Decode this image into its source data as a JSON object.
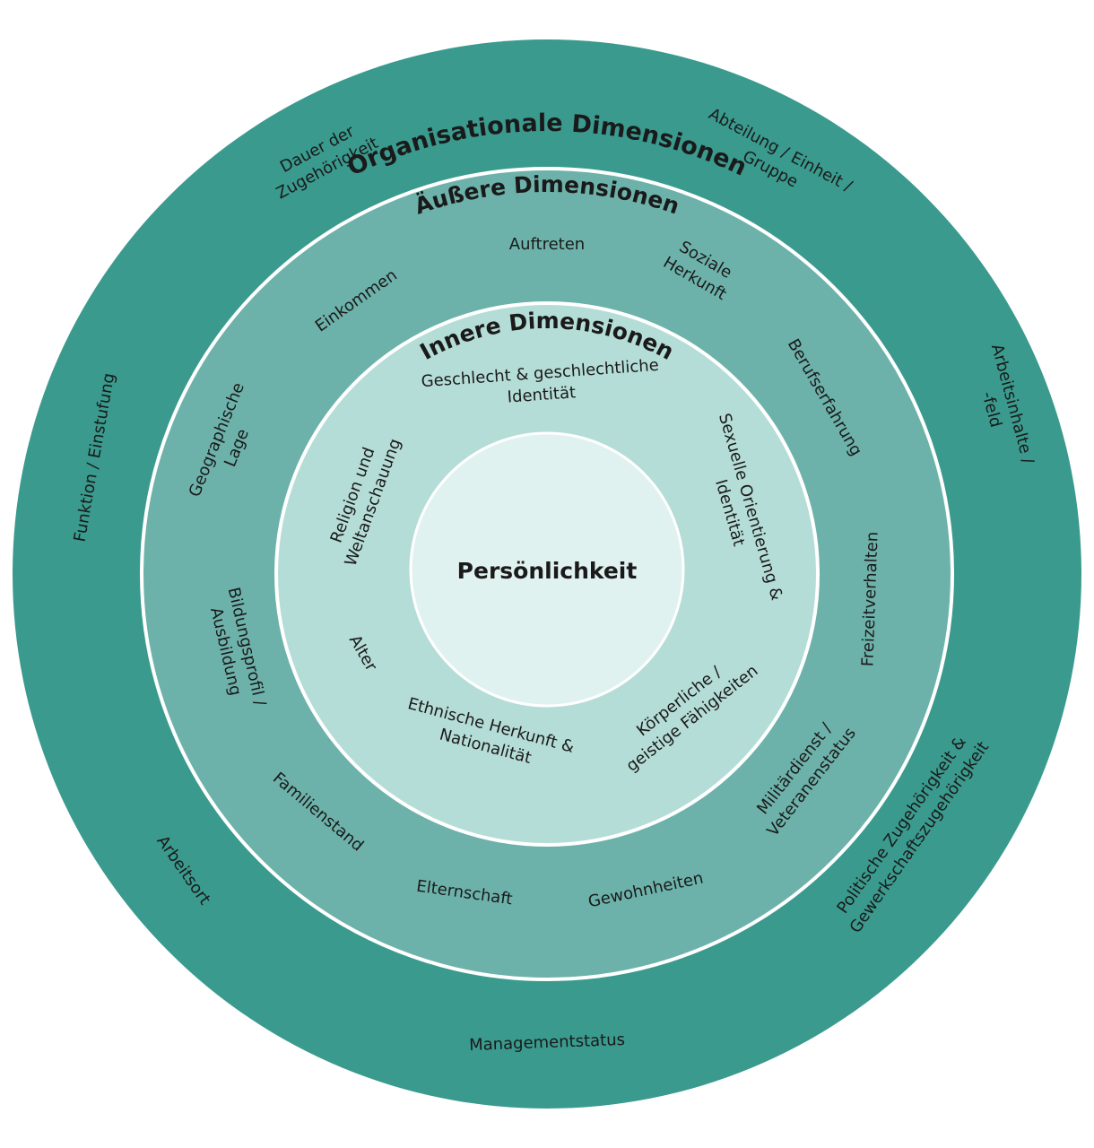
{
  "colors": {
    "organisational": "#3a9a8e",
    "outer": "#6db2aa",
    "inner": "#b5ddd7",
    "core": "#e0f2ef",
    "separator": "#ffffff"
  },
  "center": {
    "label": "Persönlichkeit"
  },
  "rings": {
    "organisational": {
      "title": "Organisationale Dimensionen",
      "items": [
        [
          "Dauer der",
          "Zugehörigkeit"
        ],
        [
          "Abteilung / Einheit /",
          "Gruppe"
        ],
        [
          "Arbeitsinhalte /",
          "-feld"
        ],
        [
          "Politische Zugehörigkeit &",
          "Gewerkschaftszugehörigkeit"
        ],
        [
          "Managementstatus"
        ],
        [
          "Arbeitsort"
        ],
        [
          "Funktion / Einstufung"
        ]
      ]
    },
    "outer": {
      "title": "Äußere Dimensionen",
      "items": [
        [
          "Auftreten"
        ],
        [
          "Soziale",
          "Herkunft"
        ],
        [
          "Berufserfahrung"
        ],
        [
          "Freizeitverhalten"
        ],
        [
          "Militärdienst /",
          "Veteranenstatus"
        ],
        [
          "Gewohnheiten"
        ],
        [
          "Elternschaft"
        ],
        [
          "Familienstand"
        ],
        [
          "Bildungsprofil /",
          "Ausbildung"
        ],
        [
          "Geographische",
          "Lage"
        ],
        [
          "Einkommen"
        ]
      ]
    },
    "inner": {
      "title": "Innere Dimensionen",
      "items": [
        [
          "Geschlecht & geschlechtliche",
          "Identität"
        ],
        [
          "Sexuelle Orientierung &",
          "Identität"
        ],
        [
          "Körperliche /",
          "geistige Fähigkeiten"
        ],
        [
          "Ethnische Herkunft &",
          "Nationalität"
        ],
        [
          "Alter"
        ],
        [
          "Religion und",
          "Weltanschauung"
        ]
      ]
    }
  }
}
